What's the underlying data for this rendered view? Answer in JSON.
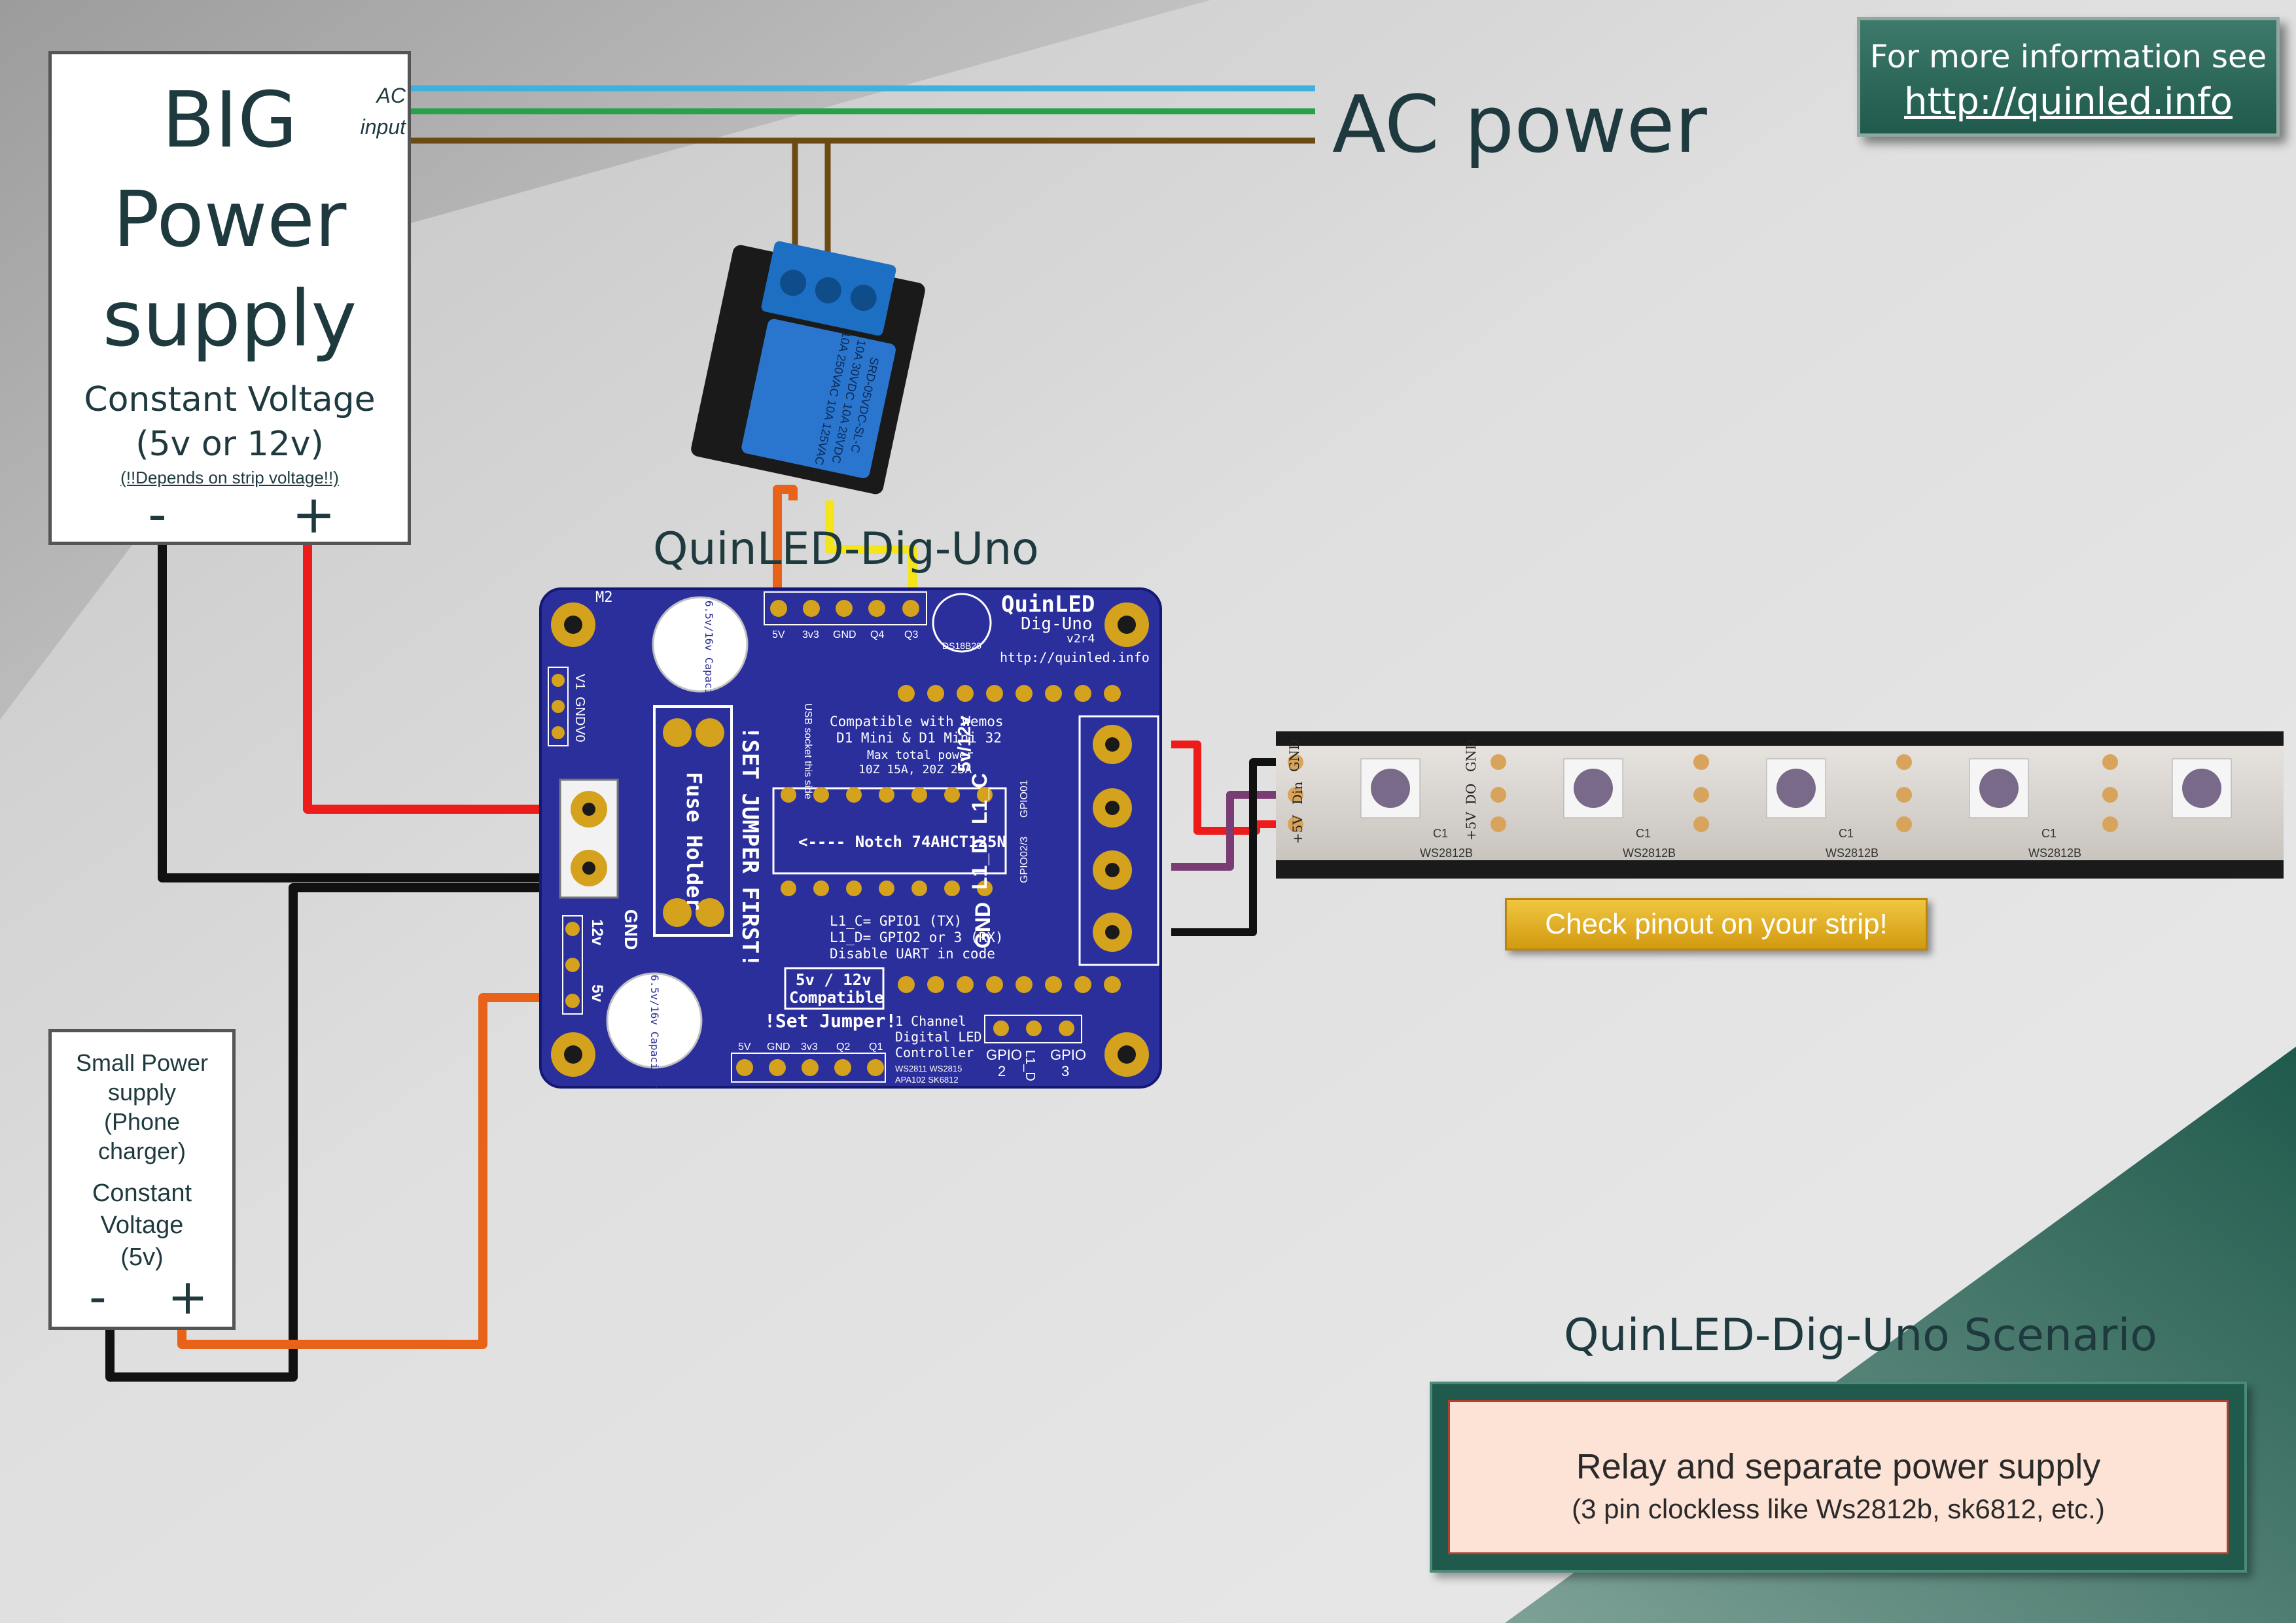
{
  "info": {
    "line1": "For more information see",
    "link": "http://quinled.info"
  },
  "big_psu": {
    "title_line1": "BIG",
    "title_line2": "Power",
    "title_line3": "supply",
    "cv_line1": "Constant Voltage",
    "cv_line2": "(5v or 12v)",
    "note": "(!!Depends on strip voltage!!)",
    "minus": "-",
    "plus": "+",
    "ac_line1": "AC",
    "ac_line2": "input"
  },
  "ac_power": "AC power",
  "board": {
    "title": "QuinLED-Dig-Uno",
    "brand": "QuinLED",
    "model": "Dig-Uno",
    "version": "v2r4",
    "url": "http://quinled.info",
    "fuse": "Fuse Holder",
    "jumper_first": "!SET JUMPER FIRST!",
    "compat1": "Compatible with Wemos",
    "compat2": "D1 Mini & D1 Mini 32",
    "maxpower1": "Max total power",
    "maxpower2": "10Z 15A, 20Z 25A",
    "notch": "<---- Notch  74AHCT125N",
    "gpio_note1": "L1_C= GPIO1 (TX)",
    "gpio_note2": "L1_D= GPIO2 or 3 (RX)",
    "gpio_note3": "Disable UART in code",
    "voltage1": "5v / 12v",
    "voltage2": "Compatible",
    "set_jumper": "!Set Jumper!",
    "controller1": "1 Channel",
    "controller2": "Digital LED",
    "controller3": "Controller",
    "chips1": "WS2811  WS2815",
    "chips2": "APA102   SK6812",
    "gpio2": "GPIO",
    "gpio2n": "2",
    "gpio3": "GPIO",
    "gpio3n": "3",
    "l1d": "L1_D",
    "top_pins": [
      "5V",
      "3v3",
      "GND",
      "Q4",
      "Q3"
    ],
    "bottom_pins": [
      "5V",
      "GND",
      "3v3",
      "Q2",
      "Q1"
    ],
    "ds18b20": "DS18B20",
    "usb": "USB socket this side",
    "term_labels": [
      "5v/12v",
      "L1_C",
      "L1_D",
      "GND"
    ],
    "left_pins": [
      "V1",
      "GND",
      "V0"
    ],
    "v12": "12v",
    "v5": "5v",
    "gnd": "GND",
    "cap": "6.5v/16v Capacitor",
    "m2": "M2",
    "gpio_side1": "GPIO01",
    "gpio_side2": "GPIO02/3"
  },
  "relay": {
    "text1": "10A 250VAC 10A 125VAC",
    "text2": "10A 30VDC 10A 28VDC",
    "text3": "SRD-05VDC-SL-C"
  },
  "strip": {
    "pad_labels": [
      "+5V",
      "Din",
      "GND",
      "+5V",
      "DO",
      "GND"
    ],
    "chip": "WS2812B",
    "cap": "C1"
  },
  "check_label": "Check pinout on your strip!",
  "small_psu": {
    "line1": "Small Power",
    "line2": "supply",
    "line3": "(Phone",
    "line4": "charger)",
    "line5": "Constant",
    "line6": "Voltage",
    "line7": "(5v)",
    "minus": "-",
    "plus": "+"
  },
  "scenario": {
    "title": "QuinLED-Dig-Uno Scenario",
    "line1": "Relay and separate power supply",
    "line2": "(3 pin clockless like Ws2812b, sk6812, etc.)"
  },
  "colors": {
    "board": "#2b2f9b",
    "wire_red": "#ee1b1b",
    "wire_black": "#111111",
    "wire_orange": "#e8621a",
    "wire_yellow": "#f4e51a",
    "wire_purple": "#7a3d73",
    "ac_blue": "#3fb0e0",
    "ac_green": "#27a24a",
    "ac_brown": "#6b4a14",
    "teal": "#1f5a4c"
  }
}
